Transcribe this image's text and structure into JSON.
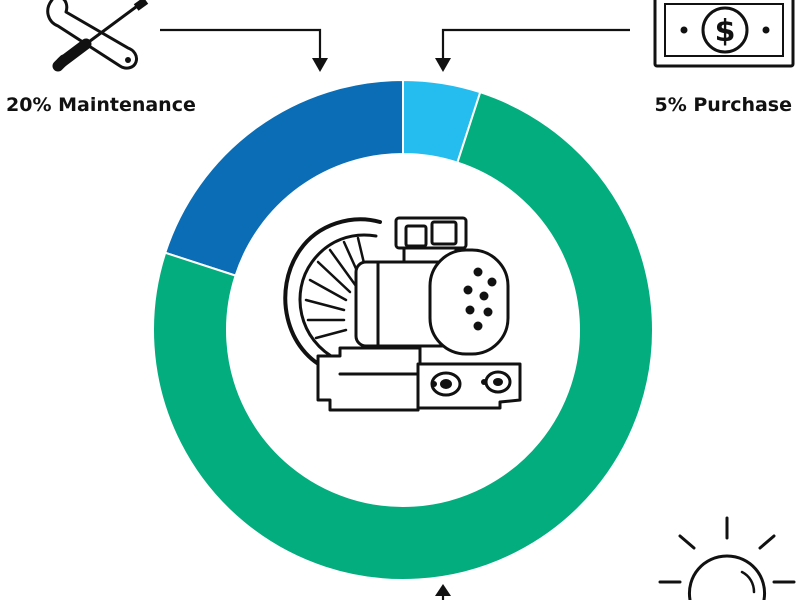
{
  "chart_data": {
    "type": "pie",
    "style": "donut",
    "title": "",
    "slices": [
      {
        "label": "Maintenance",
        "percent": 20,
        "display": "20% Maintenance",
        "color": "#0a6db5"
      },
      {
        "label": "Purchase",
        "percent": 5,
        "display": "5% Purchase",
        "color": "#25bdef"
      },
      {
        "label": "",
        "percent": 75,
        "display": "",
        "color": "#03ad7e"
      }
    ]
  },
  "icons": {
    "maintenance": "wrench-screwdriver-icon",
    "purchase": "dollar-bill-icon",
    "center": "compressor-motor-icon",
    "energy": "light-bulb-icon"
  },
  "colors": {
    "maintenance": "#0a6db5",
    "purchase": "#25bdef",
    "remaining": "#03ad7e",
    "ink": "#111111"
  }
}
